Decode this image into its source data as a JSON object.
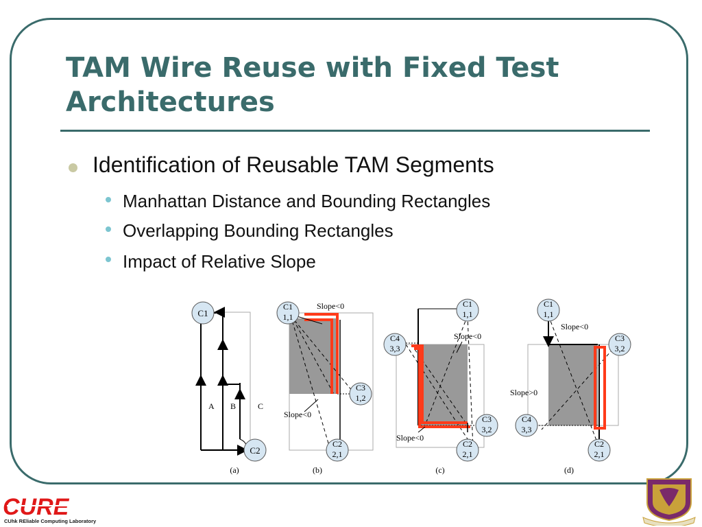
{
  "slide": {
    "title": "TAM Wire Reuse with Fixed Test Architectures",
    "bullet": "Identification of Reusable TAM Segments",
    "sub_bullets": [
      "Manhattan Distance and Bounding Rectangles",
      "Overlapping Bounding Rectangles",
      "Impact of Relative Slope"
    ]
  },
  "figure": {
    "panel_a": {
      "c1": "C1",
      "c2": "C2",
      "label_a": "A",
      "label_b": "B",
      "label_c": "C",
      "caption": "(a)"
    },
    "panel_b": {
      "c1": "C1",
      "c1_coord": "1,1",
      "c2": "C2",
      "c2_coord": "2,1",
      "c3": "C3",
      "c3_coord": "1,2",
      "slope_top": "Slope<0",
      "slope_bottom": "Slope<0",
      "caption": "(b)"
    },
    "panel_c": {
      "c1": "C1",
      "c1_coord": "1,1",
      "c2": "C2",
      "c2_coord": "2,1",
      "c3": "C3",
      "c3_coord": "3,2",
      "c4": "C4",
      "c4_coord": "3,3",
      "slope_top": "Slope<0",
      "slope_bottom": "Slope<0",
      "caption": "(c)"
    },
    "panel_d": {
      "c1": "C1",
      "c1_coord": "1,1",
      "c2": "C2",
      "c2_coord": "2,1",
      "c3": "C3",
      "c3_coord": "3,2",
      "c4": "C4",
      "c4_coord": "3,3",
      "slope_top": "Slope<0",
      "slope_left": "Slope>0",
      "caption": "(d)"
    }
  },
  "logos": {
    "left_text": "CURE",
    "left_tagline": "CUhk REliable Computing Laboratory"
  },
  "colors": {
    "accent": "#3a6b6b",
    "highlight": "#ff3b1a",
    "shade": "#999999"
  }
}
